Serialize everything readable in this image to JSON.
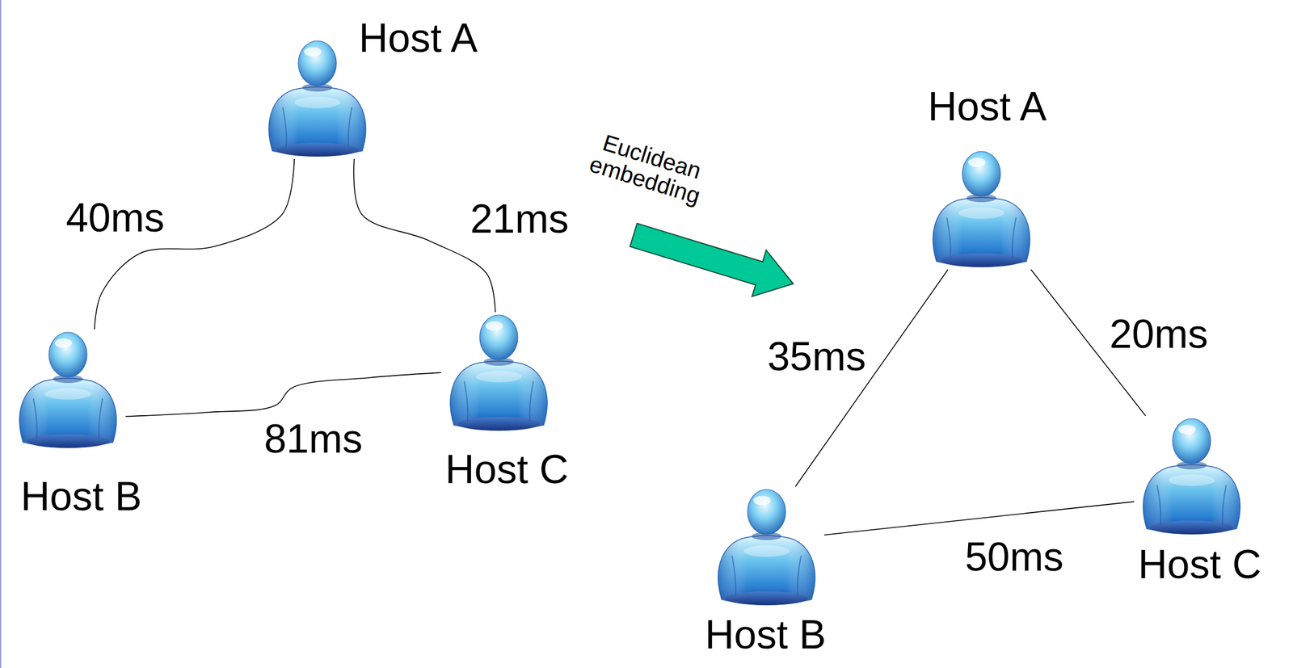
{
  "diagram": {
    "nodes": [
      {
        "text": [
          "Host A"
        ]
      },
      {
        "text": [
          "Host B"
        ]
      },
      {
        "text": [
          "Host C"
        ]
      },
      {
        "text": [
          "Host A"
        ]
      },
      {
        "text": [
          "Host B"
        ]
      },
      {
        "text": [
          "Host C"
        ]
      }
    ],
    "edges": [
      {
        "from": 0,
        "to": 1,
        "label": "40ms",
        "arrow": "none"
      },
      {
        "from": 0,
        "to": 2,
        "label": "21ms",
        "arrow": "none"
      },
      {
        "from": 1,
        "to": 2,
        "label": "81ms",
        "arrow": "none"
      },
      {
        "from": 3,
        "to": 4,
        "label": "35ms",
        "arrow": "none"
      },
      {
        "from": 3,
        "to": 5,
        "label": "20ms",
        "arrow": "none"
      },
      {
        "from": 4,
        "to": 5,
        "label": "50ms",
        "arrow": "none"
      }
    ],
    "labels": [
      "Euclidean embedding"
    ]
  }
}
